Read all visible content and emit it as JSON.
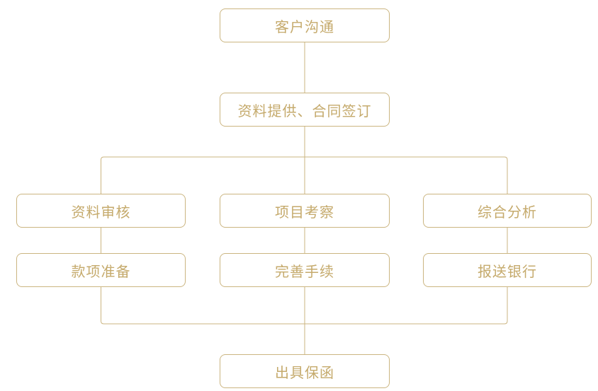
{
  "colors": {
    "line": "#cbb581",
    "text": "#c5aa6c",
    "background": "#ffffff"
  },
  "flowchart": {
    "nodes": {
      "customer_communication": "客户沟通",
      "materials_contract": "资料提供、合同签订",
      "material_review": "资料审核",
      "project_inspection": "项目考察",
      "comprehensive_analysis": "综合分析",
      "funds_preparation": "款项准备",
      "complete_procedures": "完善手续",
      "submit_to_bank": "报送银行",
      "issue_guarantee": "出具保函"
    }
  }
}
